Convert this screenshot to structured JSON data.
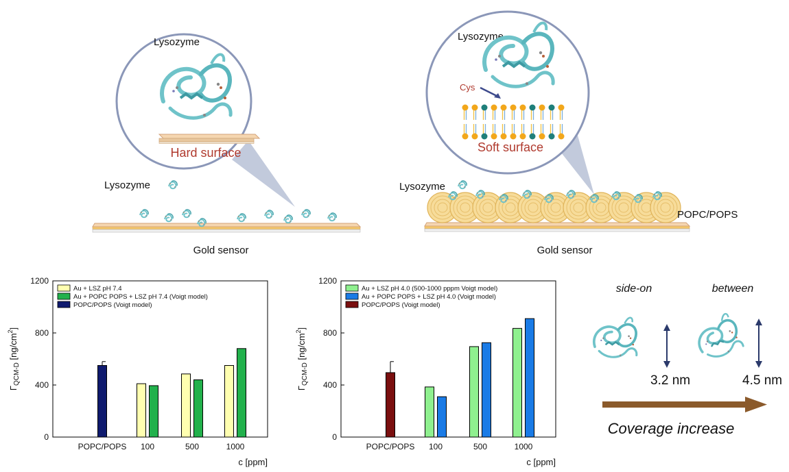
{
  "panels": {
    "top_left": {
      "zoom_label": "Lysozyme",
      "surface_label": "Hard surface",
      "scene_label": "Lysozyme",
      "sensor_label": "Gold sensor"
    },
    "top_right": {
      "zoom_label": "Lysozyme",
      "residue_label": "Cys",
      "surface_label": "Soft surface",
      "scene_label": "Lysozyme",
      "membrane_label": "POPC/POPS",
      "sensor_label": "Gold sensor"
    },
    "orientation": {
      "side_on_label": "side-on",
      "between_label": "between",
      "side_on_height": "3.2 nm",
      "between_height": "4.5 nm",
      "arrow_label": "Coverage increase"
    }
  },
  "colors": {
    "surface_red": "#b03a2e",
    "protein": "#6fc3c9",
    "lipid_head_orange": "#f2a71b",
    "lipid_head_teal": "#1f7f7a",
    "coverage_arrow": "#8b5a2b",
    "height_arrow": "#2b3a6b"
  },
  "chart_data": [
    {
      "type": "bar",
      "ylabel": "Γ_QCM-D [ng/cm²]",
      "ylabel_main": "Γ",
      "ylabel_sub": "QCM-D",
      "ylabel_unit": " [ng/cm",
      "ylabel_sup": "2",
      "ylabel_end": "]",
      "xlabel": "c [ppm]",
      "ylim": [
        0,
        1200
      ],
      "yticks": [
        0,
        400,
        800,
        1200
      ],
      "categories": [
        "POPC/POPS",
        "100",
        "500",
        "1000"
      ],
      "series": [
        {
          "name": "Au + LSZ pH 7.4",
          "color": "#ffffb0",
          "values": [
            null,
            410,
            485,
            550
          ]
        },
        {
          "name": "Au + POPC POPS + LSZ pH 7.4 (Voigt model)",
          "color": "#22b14c",
          "values": [
            null,
            395,
            440,
            680
          ]
        },
        {
          "name": "POPC/POPS (Voigt model)",
          "color": "#0f1a6e",
          "values": [
            550,
            null,
            null,
            null
          ],
          "error": [
            30,
            null,
            null,
            null
          ]
        }
      ]
    },
    {
      "type": "bar",
      "ylabel": "Γ_QCM-D [ng/cm²]",
      "ylabel_main": "Γ",
      "ylabel_sub": "QCM-D",
      "ylabel_unit": " [ng/cm",
      "ylabel_sup": "2",
      "ylabel_end": "]",
      "xlabel": "c [ppm]",
      "ylim": [
        0,
        1200
      ],
      "yticks": [
        0,
        400,
        800,
        1200
      ],
      "categories": [
        "POPC/POPS",
        "100",
        "500",
        "1000"
      ],
      "series": [
        {
          "name": "Au + LSZ pH 4.0 (500-1000 pppm Voigt model)",
          "color": "#8ff08f",
          "values": [
            null,
            385,
            695,
            835
          ]
        },
        {
          "name": "Au + POPC POPS + LSZ pH 4.0 (Voigt model)",
          "color": "#1a7be6",
          "values": [
            null,
            310,
            725,
            910
          ]
        },
        {
          "name": "POPC/POPS (Voigt model)",
          "color": "#7a0f0f",
          "values": [
            495,
            null,
            null,
            null
          ],
          "error": [
            85,
            null,
            null,
            null
          ]
        }
      ]
    }
  ]
}
